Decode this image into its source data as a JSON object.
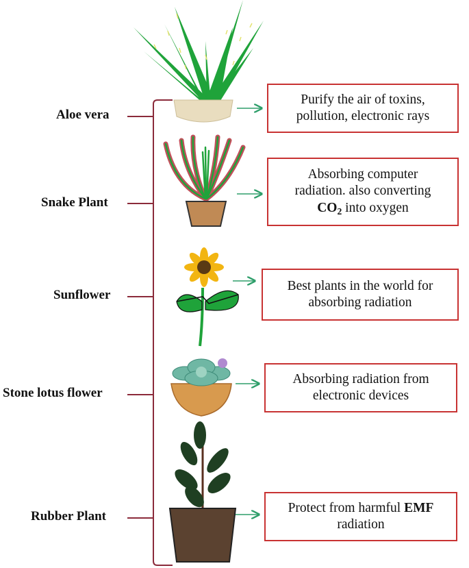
{
  "plants": [
    {
      "name": "Aloe vera",
      "icon": "aloe-vera-icon",
      "benefit_lines": [
        "Purify the air of toxins,",
        "pollution, electronic rays"
      ]
    },
    {
      "name": "Snake Plant",
      "icon": "snake-plant-icon",
      "benefit_lines": [
        "Absorbing computer",
        "radiation. also converting"
      ],
      "benefit_line3": {
        "co": "CO",
        "sub": "2",
        "rest": " into oxygen"
      }
    },
    {
      "name": "Sunflower",
      "icon": "sunflower-icon",
      "benefit_lines": [
        "Best plants in the world for",
        "absorbing radiation"
      ]
    },
    {
      "name": "Stone lotus flower",
      "icon": "stone-lotus-icon",
      "benefit_lines": [
        "Absorbing radiation from",
        "electronic devices"
      ]
    },
    {
      "name": "Rubber Plant",
      "icon": "rubber-plant-icon",
      "benefit_line1": {
        "pre": "Protect from harmful ",
        "bold": "EMF"
      },
      "benefit_lines": [
        "radiation"
      ]
    }
  ],
  "colors": {
    "bracket": "#8b2a3a",
    "arrow": "#2e9e6a",
    "box_border": "#c83232",
    "leaf_green": "#1fa33a",
    "snake_red": "#c0505a",
    "pot_tan": "#e9ddbf",
    "soil_brown": "#5b4230"
  }
}
